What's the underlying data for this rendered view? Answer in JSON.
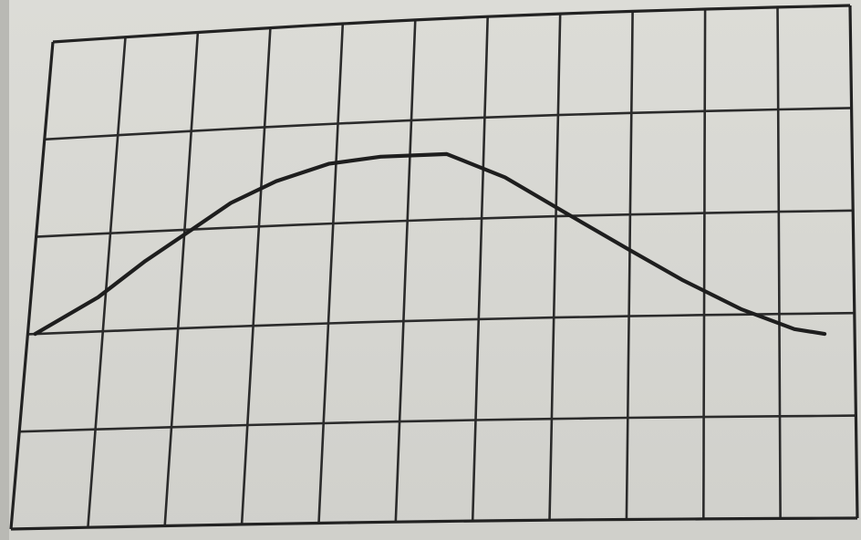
{
  "chart_data": {
    "type": "line",
    "title": "",
    "xlabel": "",
    "ylabel": "",
    "grid": true,
    "grid_columns": 11,
    "grid_rows": 5,
    "xlim": [
      0,
      11
    ],
    "ylim": [
      0,
      5
    ],
    "series": [
      {
        "x": [
          0.1,
          0.9,
          1.5,
          2.0,
          2.6,
          3.2,
          3.9,
          4.6,
          5.5,
          6.3,
          7.2,
          8.0,
          8.7,
          9.5,
          10.2,
          10.6
        ],
        "y": [
          2.0,
          2.35,
          2.7,
          2.95,
          3.25,
          3.45,
          3.6,
          3.65,
          3.65,
          3.4,
          3.0,
          2.65,
          2.35,
          2.05,
          1.85,
          1.8
        ]
      }
    ]
  }
}
